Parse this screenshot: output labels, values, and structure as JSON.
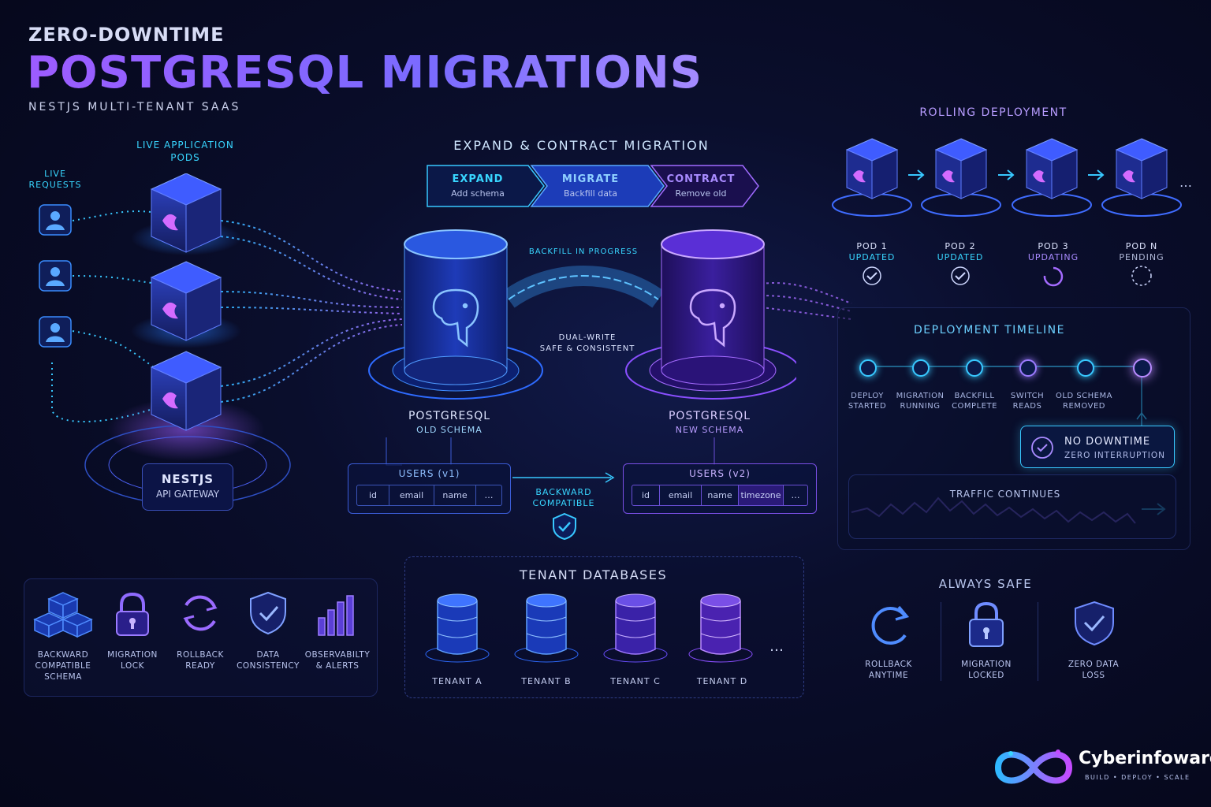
{
  "header": {
    "eyebrow": "ZERO-DOWNTIME",
    "title": "POSTGRESQL MIGRATIONS",
    "subtitle": "NESTJS MULTI-TENANT SAAS"
  },
  "left": {
    "live_requests": [
      "LIVE",
      "REQUESTS"
    ],
    "pods_title": [
      "LIVE APPLICATION",
      "PODS"
    ],
    "gateway": [
      "NESTJS",
      "API GATEWAY"
    ]
  },
  "migration": {
    "title": "EXPAND & CONTRACT MIGRATION",
    "steps": [
      {
        "title": "EXPAND",
        "sub": "Add schema"
      },
      {
        "title": "MIGRATE",
        "sub": "Backfill data"
      },
      {
        "title": "CONTRACT",
        "sub": "Remove old"
      }
    ],
    "backfill": "BACKFILL IN PROGRESS",
    "dual_write": [
      "DUAL-WRITE",
      "SAFE & CONSISTENT"
    ],
    "old_db": [
      "POSTGRESQL",
      "OLD SCHEMA"
    ],
    "new_db": [
      "POSTGRESQL",
      "NEW SCHEMA"
    ],
    "users_v1": {
      "caption": "USERS (v1)",
      "cols": [
        "id",
        "email",
        "name",
        "…"
      ]
    },
    "users_v2": {
      "caption": "USERS (v2)",
      "cols": [
        "id",
        "email",
        "name",
        "timezone",
        "…"
      ]
    },
    "compat": [
      "BACKWARD",
      "COMPATIBLE"
    ]
  },
  "rolling": {
    "title": "ROLLING DEPLOYMENT",
    "pods": [
      {
        "name": "POD 1",
        "status": "UPDATED"
      },
      {
        "name": "POD 2",
        "status": "UPDATED"
      },
      {
        "name": "POD 3",
        "status": "UPDATING"
      },
      {
        "name": "POD N",
        "status": "PENDING"
      }
    ],
    "more": "…"
  },
  "timeline": {
    "title": "DEPLOYMENT TIMELINE",
    "steps": [
      [
        "DEPLOY",
        "STARTED"
      ],
      [
        "MIGRATION",
        "RUNNING"
      ],
      [
        "BACKFILL",
        "COMPLETE"
      ],
      [
        "SWITCH",
        "READS"
      ],
      [
        "OLD SCHEMA",
        "REMOVED"
      ],
      [
        "",
        ""
      ]
    ],
    "no_downtime": "NO DOWNTIME",
    "zero_interruption": "ZERO INTERRUPTION",
    "traffic": "TRAFFIC CONTINUES"
  },
  "features": [
    [
      "BACKWARD",
      "COMPATIBLE",
      "SCHEMA"
    ],
    [
      "MIGRATION",
      "LOCK"
    ],
    [
      "ROLLBACK",
      "READY"
    ],
    [
      "DATA",
      "CONSISTENCY"
    ],
    [
      "OBSERVABILTY",
      "& ALERTS"
    ]
  ],
  "tenants": {
    "title": "TENANT DATABASES",
    "items": [
      "TENANT A",
      "TENANT B",
      "TENANT C",
      "TENANT D"
    ],
    "more": "…"
  },
  "safe": {
    "title": "ALWAYS SAFE",
    "items": [
      [
        "ROLLBACK",
        "ANYTIME"
      ],
      [
        "MIGRATION",
        "LOCKED"
      ],
      [
        "ZERO DATA",
        "LOSS"
      ]
    ]
  },
  "brand": {
    "name": "Cyberinfoware",
    "tagline": "BUILD • DEPLOY • SCALE"
  },
  "colors": {
    "accent_cyan": "#38d6ff",
    "accent_purple": "#a06bff",
    "background": "#070a1f"
  }
}
